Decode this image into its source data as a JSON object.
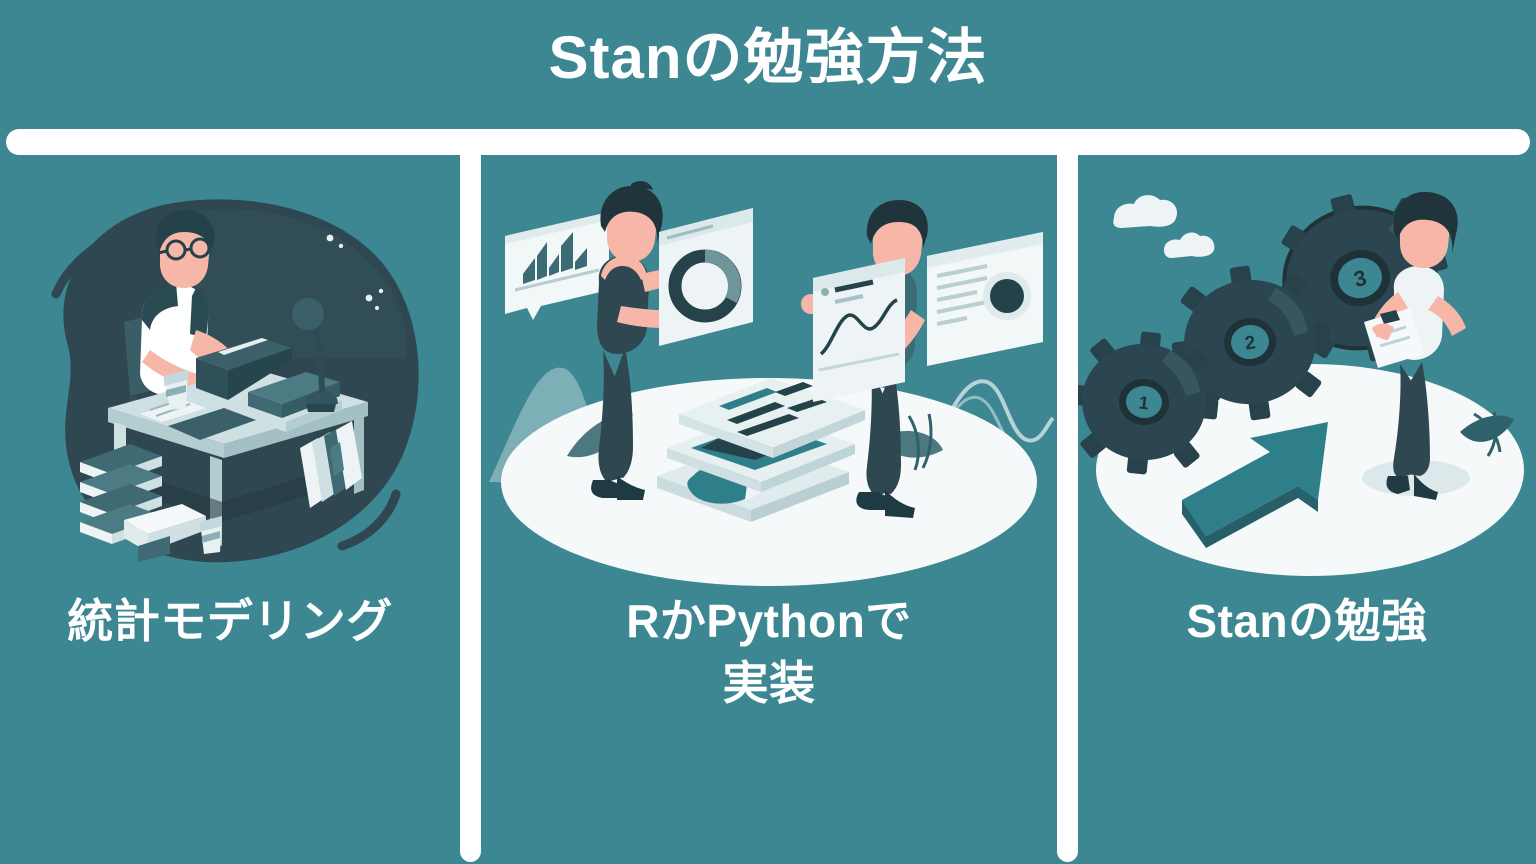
{
  "page": {
    "title": "Stanの勉強方法",
    "background_color": "#3d8793",
    "accent_color": "#ffffff",
    "illustration_dark": "#2e4750",
    "illustration_light": "#f4f7f7",
    "illustration_teal": "#2f7f8a",
    "skin_color": "#f7b7a8"
  },
  "steps": [
    {
      "index": "1",
      "label_line1": "統計モデリング",
      "label_line2": "",
      "illustration": "person-studying-at-desk-with-laptop-and-books"
    },
    {
      "index": "2",
      "label_line1": "RかPythonで",
      "label_line2": "実装",
      "illustration": "two-people-with-data-dashboard-panels"
    },
    {
      "index": "3",
      "label_line1": "Stanの勉強",
      "label_line2": "",
      "illustration": "gears-arrow-and-woman-with-clipboard"
    }
  ],
  "illustration_details": {
    "gear_labels": [
      "1",
      "2",
      "3"
    ],
    "chart_types_in_stack": [
      "bar",
      "area",
      "pie"
    ],
    "panel_charts": [
      "bar-chart",
      "donut-chart",
      "line-chart",
      "donut-chart"
    ]
  }
}
